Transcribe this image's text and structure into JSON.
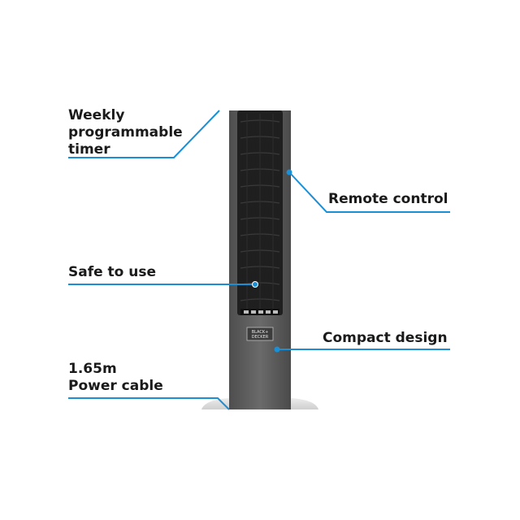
{
  "features": {
    "timer": {
      "lines": [
        "Weekly",
        "programmable",
        "timer"
      ]
    },
    "remote": {
      "label": "Remote control"
    },
    "safe": {
      "label": "Safe to use"
    },
    "compact": {
      "label": "Compact design"
    },
    "cable": {
      "lines": [
        "1.65m",
        "Power cable"
      ]
    }
  },
  "product": {
    "brand_logo_text": [
      "BLACK+",
      "DECKER"
    ]
  },
  "colors": {
    "callout_line": "#1a8fd6",
    "fan_body": "#5b5b5b",
    "fan_panel": "#1f1f1f",
    "base": "#d9d9d9",
    "text": "#1a1a1a"
  }
}
